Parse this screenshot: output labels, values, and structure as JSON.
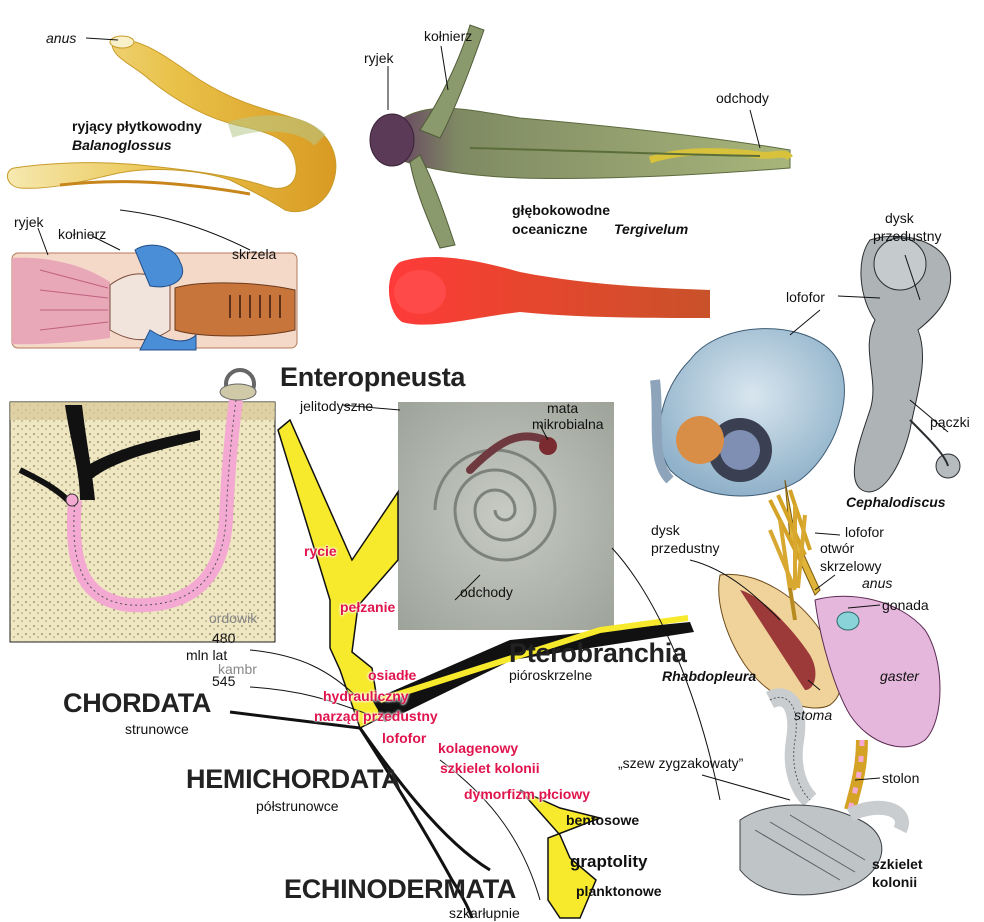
{
  "colors": {
    "trunk_yellow": "#f7ea2c",
    "highlight_red": "#e0144c",
    "line_dark": "#1a1a1a"
  },
  "top_specimens": {
    "anus_label": "anus",
    "balanoglossus_common": "ryjący płytkowodny",
    "balanoglossus_name": "Balanoglossus",
    "ryjek_label_left": "ryjek",
    "kolnierz_label_left": "kołnierz",
    "skrzela_label": "skrzela",
    "ryjek_label_right": "ryjek",
    "kolnierz_label_right": "kołnierz",
    "odchody_label_top": "odchody",
    "tergivelum_common_1": "głębokowodne",
    "tergivelum_common_2": "oceaniczne",
    "tergivelum_name": "Tergivelum"
  },
  "cephalodiscus": {
    "dysk_1": "dysk",
    "dysk_2": "przedustny",
    "lofofor": "lofofor",
    "paczki": "pączki",
    "name": "Cephalodiscus"
  },
  "fossil": {
    "mata_1": "mata",
    "mata_2": "mikrobialna",
    "odchody": "odchody"
  },
  "rhabdopleura": {
    "lofofor": "lofofor",
    "dysk_1": "dysk",
    "dysk_2": "przedustny",
    "otwor_1": "otwór",
    "otwor_2": "skrzelowy",
    "anus": "anus",
    "gonada": "gonada",
    "gaster": "gaster",
    "stoma": "stoma",
    "name": "Rhabdopleura",
    "stolon": "stolon",
    "szew": "„szew zygzakowaty”",
    "szkielet_1": "szkielet",
    "szkielet_2": "kolonii"
  },
  "tree": {
    "enteropneusta": "Enteropneusta",
    "enteropneusta_pl": "jelitodyszne",
    "pterobranchia": "Pterobranchia",
    "pterobranchia_pl": "pióroskrzelne",
    "chordata": "CHORDATA",
    "chordata_pl": "strunowce",
    "hemichordata": "HEMICHORDATA",
    "hemichordata_pl": "półstrunowce",
    "echinodermata": "ECHINODERMATA",
    "echinodermata_pl": "szkarłupnie",
    "graptolity": "graptolity",
    "bentosowe": "bentosowe",
    "planktonowe": "planktonowe"
  },
  "timescale": {
    "ordowik": "ordowik",
    "ordowik_age": "480",
    "unit": "mln lat",
    "kambr": "kambr",
    "kambr_age": "545"
  },
  "traits": {
    "rycie": "rycie",
    "pelzanie": "pełzanie",
    "osiadle": "osiadłe",
    "hydrauliczny": "hydrauliczny",
    "narzad": "narząd przedustny",
    "lofofor": "lofofor",
    "kolagenowy": "kolagenowy",
    "szkielet": "szkielet kolonii",
    "dymorfizm": "dymorfizm płciowy"
  }
}
